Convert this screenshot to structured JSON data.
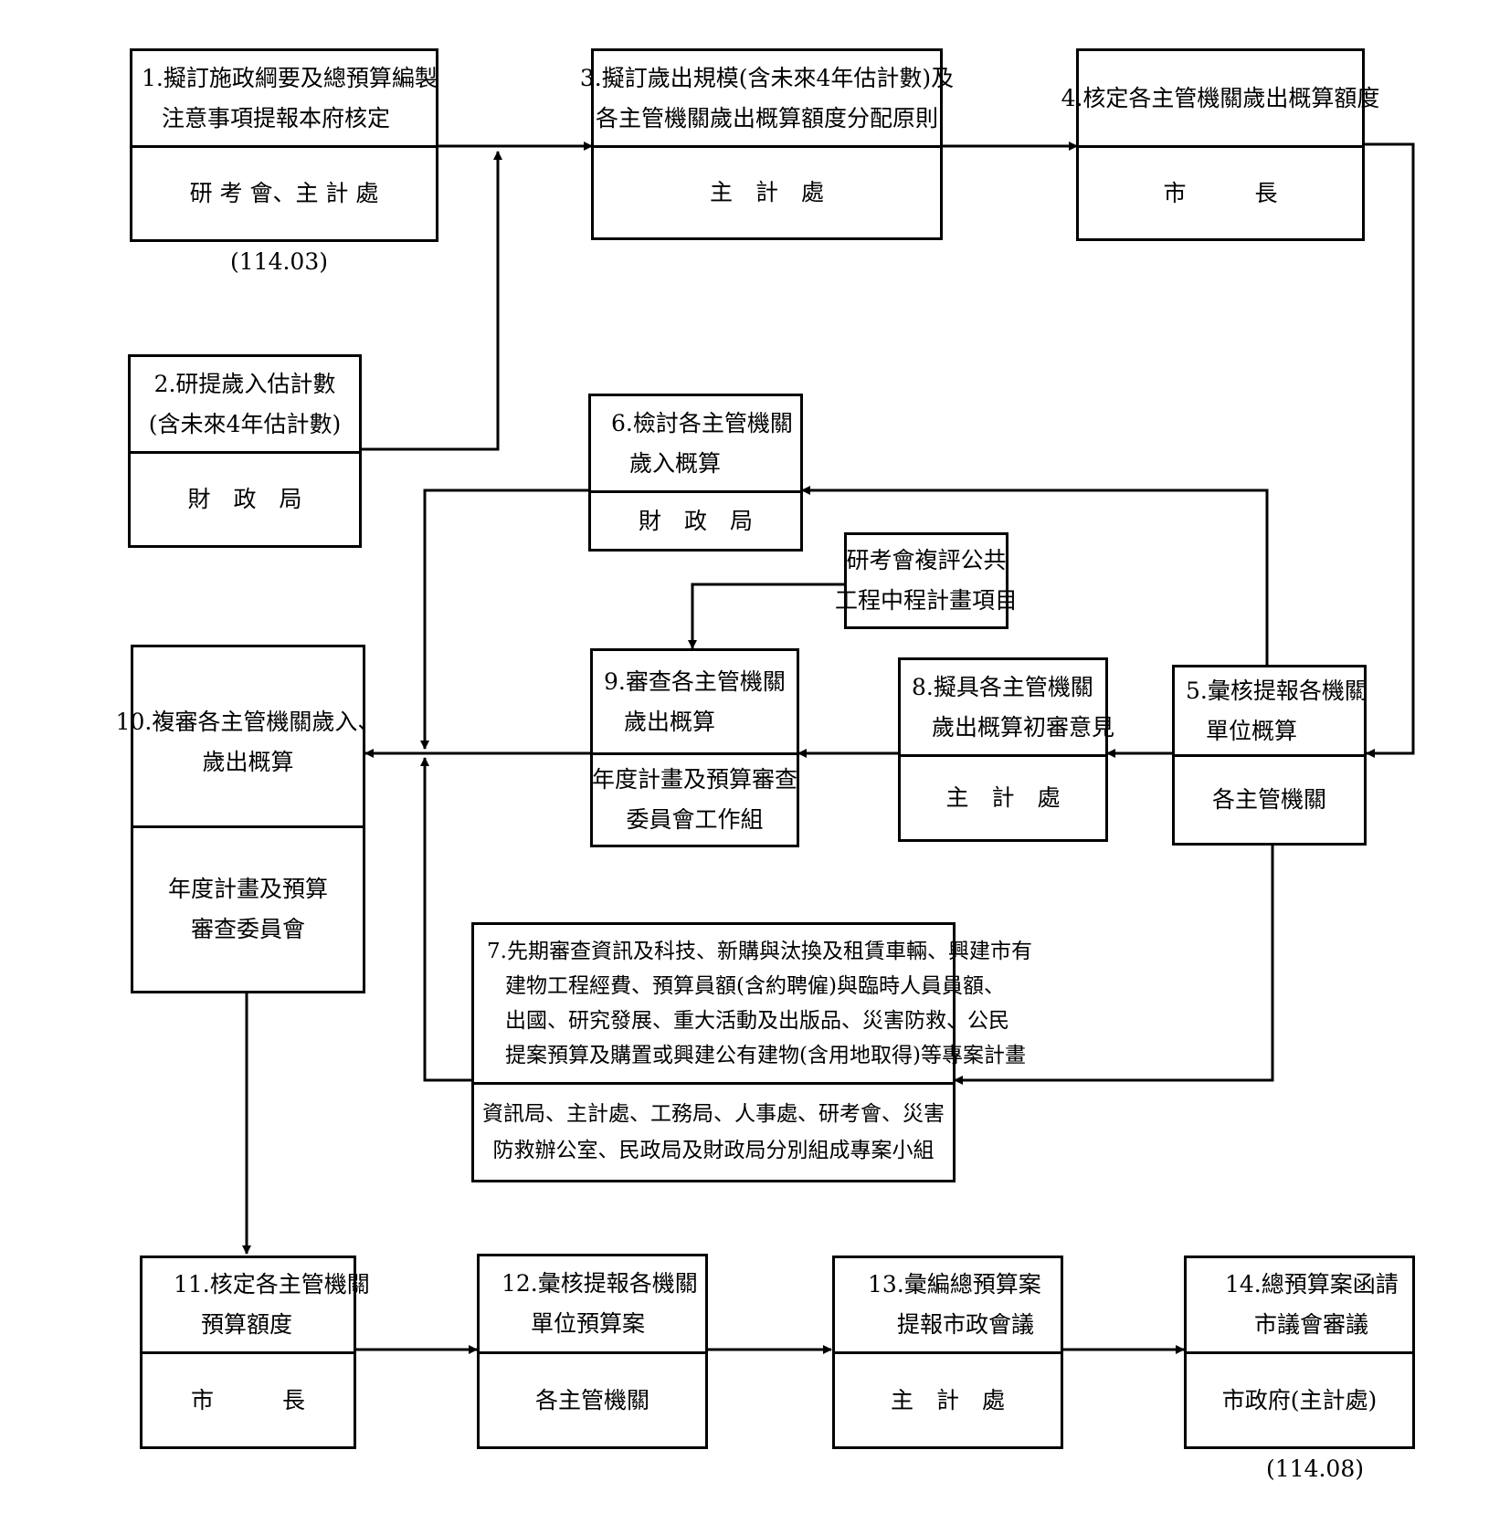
{
  "boxes": {
    "b1": {
      "title": [
        "1.擬訂施政綱要及總預算編製",
        "注意事項提報本府核定"
      ],
      "owner": [
        "研 考 會、主 計 處"
      ]
    },
    "b2": {
      "title": [
        "2.研提歲入估計數",
        "(含未來4年估計數)"
      ],
      "owner": [
        "財　政　局"
      ]
    },
    "b3": {
      "title": [
        "3.擬訂歲出規模(含未來4年估計數)及",
        "各主管機關歲出概算額度分配原則"
      ],
      "owner": [
        "主　計　處"
      ]
    },
    "b4": {
      "title": [
        "4.核定各主管機關歲出概算額度"
      ],
      "owner": [
        "市　　　長"
      ]
    },
    "b5": {
      "title": [
        "5.彙核提報各機關",
        "單位概算"
      ],
      "owner": [
        "各主管機關"
      ]
    },
    "b6": {
      "title": [
        "6.檢討各主管機關",
        "歲入概算"
      ],
      "owner": [
        "財　政　局"
      ]
    },
    "b7": {
      "title": [
        "7.先期審查資訊及科技、新購與汰換及租賃車輛、興建市有",
        "建物工程經費、預算員額(含約聘僱)與臨時人員員額、",
        "出國、研究發展、重大活動及出版品、災害防救、公民",
        "提案預算及購置或興建公有建物(含用地取得)等專案計畫"
      ],
      "owner": [
        "資訊局、主計處、工務局、人事處、研考會、災害",
        "防救辦公室、民政局及財政局分別組成專案小組"
      ]
    },
    "b8": {
      "title": [
        "8.擬具各主管機關",
        "歲出概算初審意見"
      ],
      "owner": [
        "主　計　處"
      ]
    },
    "b9": {
      "title": [
        "9.審查各主管機關",
        "歲出概算"
      ],
      "owner": [
        "年度計畫及預算審查",
        "委員會工作組"
      ]
    },
    "b10": {
      "title": [
        "10.複審各主管機關歲入、",
        "歲出概算"
      ],
      "owner": [
        "年度計畫及預算",
        "審查委員會"
      ]
    },
    "b11": {
      "title": [
        "11.核定各主管機關",
        "預算額度"
      ],
      "owner": [
        "市　　　長"
      ]
    },
    "b12": {
      "title": [
        "12.彙核提報各機關",
        "單位預算案"
      ],
      "owner": [
        "各主管機關"
      ]
    },
    "b13": {
      "title": [
        "13.彙編總預算案",
        "提報市政會議"
      ],
      "owner": [
        "主　計　處"
      ]
    },
    "b14": {
      "title": [
        "14.總預算案函請",
        "市議會審議"
      ],
      "owner": [
        "市政府(主計處)"
      ]
    },
    "rdec": {
      "title": [
        "研考會複評公共",
        "工程中程計畫項目"
      ]
    }
  },
  "notes": {
    "start_date": "(114.03)",
    "end_date": "(114.08)"
  }
}
